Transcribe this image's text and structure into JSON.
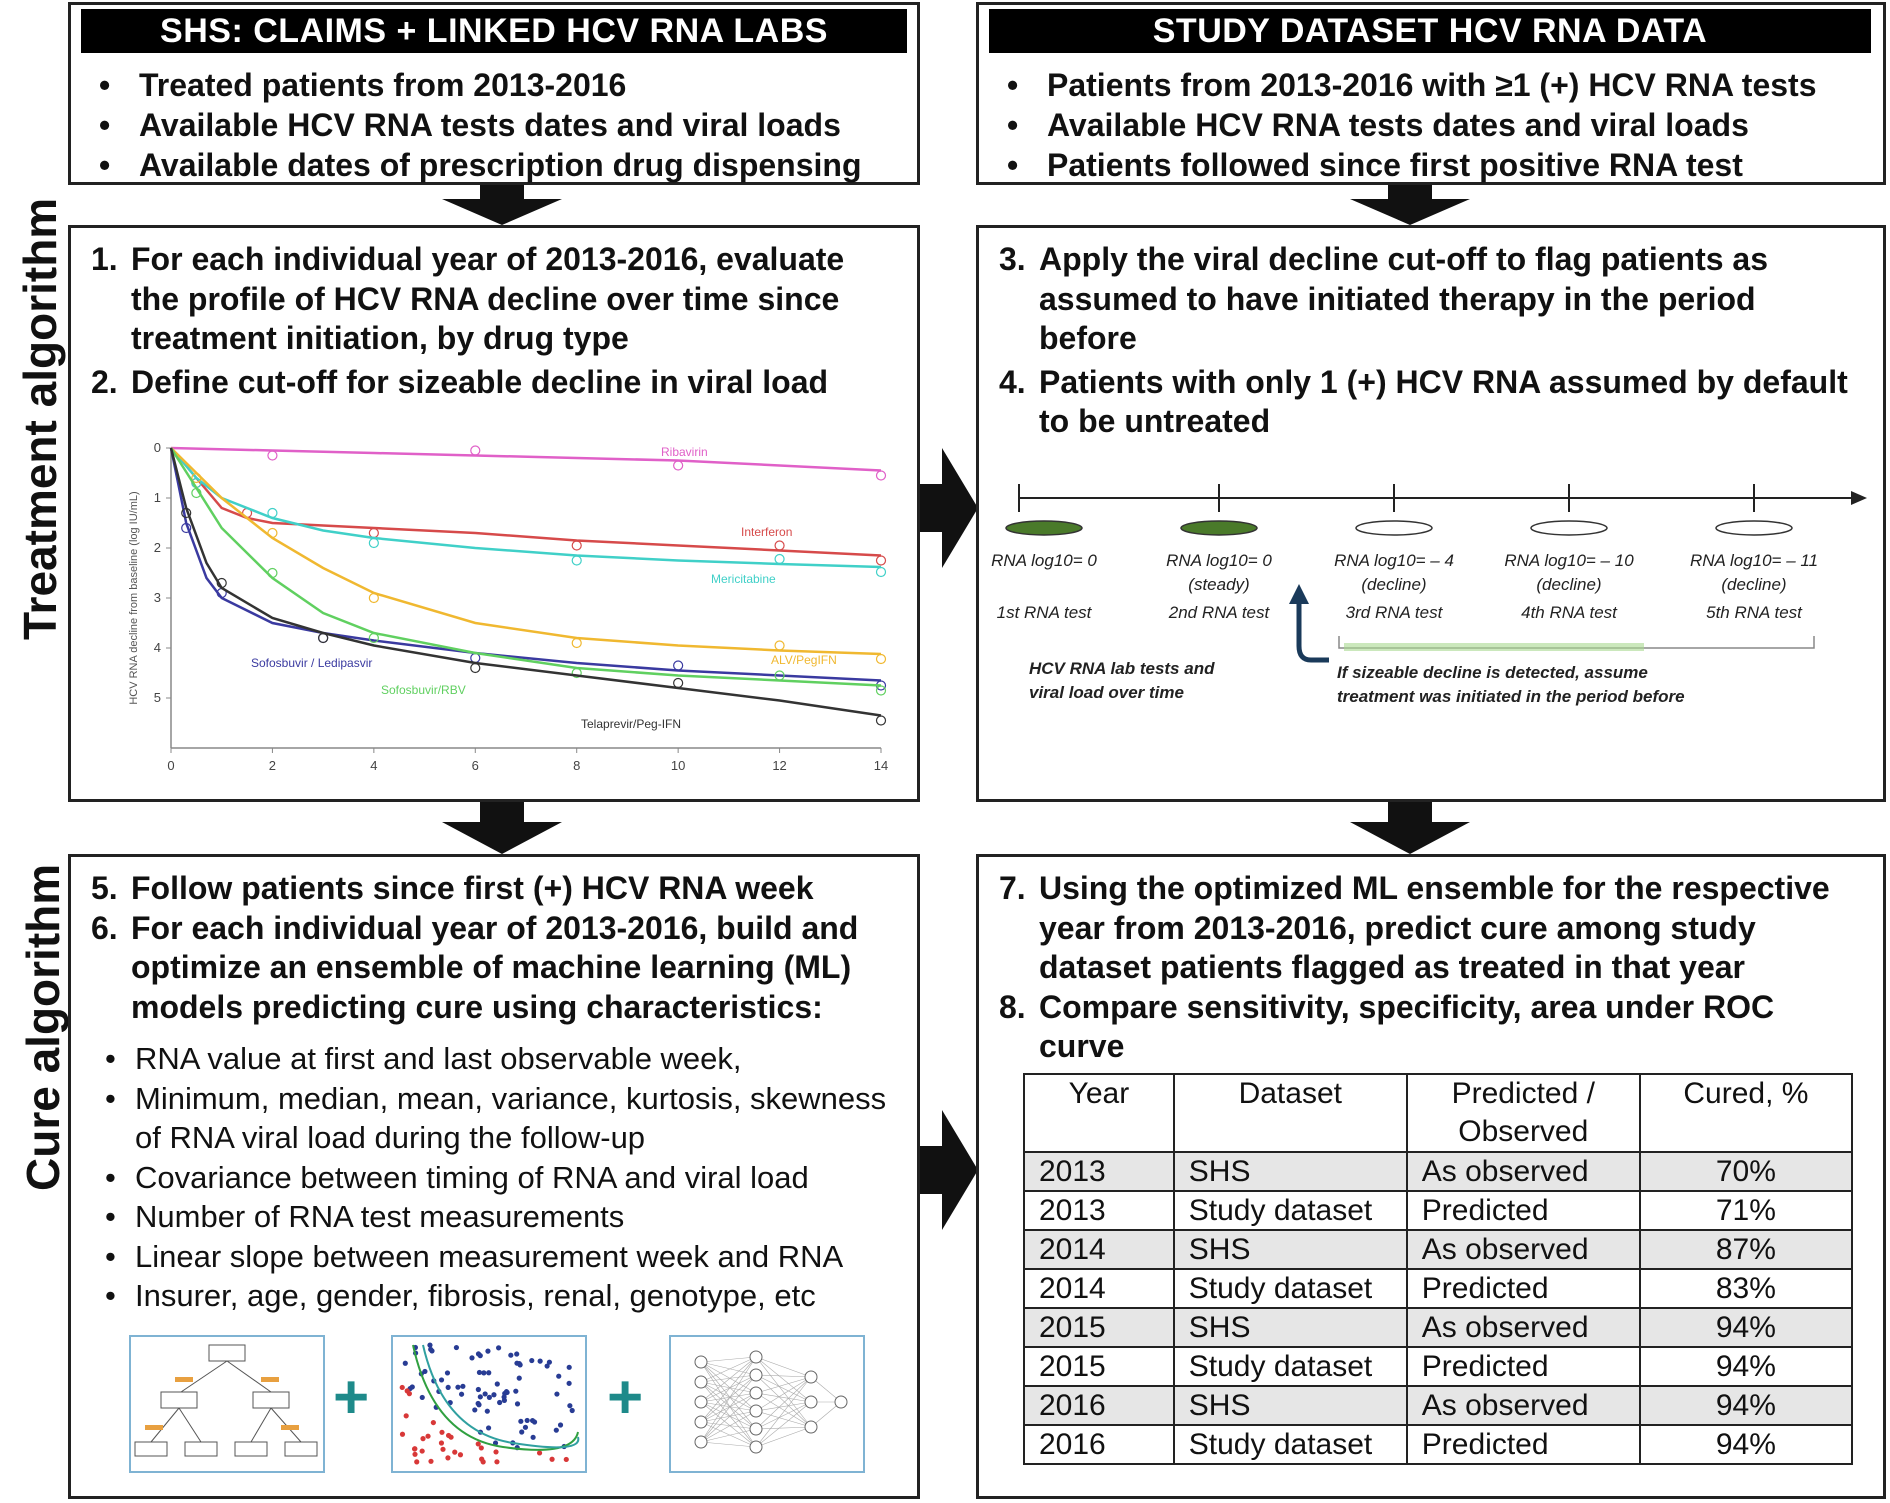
{
  "left_top": {
    "header": "SHS: CLAIMS + LINKED HCV RNA LABS",
    "bullets": [
      "Treated patients from 2013-2016",
      "Available HCV RNA tests dates and viral loads",
      "Available dates of prescription drug dispensing"
    ]
  },
  "right_top": {
    "header": "STUDY DATASET HCV RNA DATA",
    "bullets": [
      "Patients from 2013-2016 with ≥1 (+) HCV RNA tests",
      "Available HCV RNA tests dates and viral loads",
      "Patients followed since first positive RNA test"
    ]
  },
  "side_labels": {
    "treatment": "Treatment algorithm",
    "cure": "Cure algorithm"
  },
  "left_mid": {
    "steps": [
      {
        "num": "1.",
        "text": "For each individual year of 2013-2016, evaluate the profile of HCV RNA decline over time since treatment initiation, by drug type"
      },
      {
        "num": "2.",
        "text": "Define cut-off for sizeable decline in viral load"
      }
    ]
  },
  "chart_data": {
    "type": "line",
    "title": "",
    "xlabel": "",
    "ylabel": "HCV RNA decline from baseline (log IU/mL)",
    "xlim": [
      0,
      14
    ],
    "ylim": [
      -6,
      0
    ],
    "x_ticks": [
      "0",
      "2",
      "4",
      "6",
      "8",
      "10",
      "12",
      "14"
    ],
    "y_ticks": [
      "0",
      "1",
      "2",
      "3",
      "4",
      "5"
    ],
    "series": [
      {
        "name": "Ribavirin",
        "color": "#e060c8",
        "x": [
          0,
          2,
          4,
          6,
          8,
          10,
          12,
          14
        ],
        "y": [
          0,
          -0.05,
          -0.1,
          -0.15,
          -0.2,
          -0.25,
          -0.35,
          -0.45
        ]
      },
      {
        "name": "Interferon",
        "color": "#d64a4a",
        "x": [
          0,
          0.5,
          1,
          1.5,
          2,
          4,
          6,
          8,
          10,
          12,
          14
        ],
        "y": [
          0,
          -0.6,
          -1.2,
          -1.4,
          -1.5,
          -1.6,
          -1.7,
          -1.85,
          -1.95,
          -2.05,
          -2.15
        ]
      },
      {
        "name": "Mericitabine",
        "color": "#40d0c8",
        "x": [
          0,
          0.5,
          1,
          2,
          3,
          4,
          6,
          8,
          10,
          12,
          14
        ],
        "y": [
          0,
          -0.6,
          -1.0,
          -1.4,
          -1.65,
          -1.8,
          -2.0,
          -2.15,
          -2.25,
          -2.32,
          -2.38
        ]
      },
      {
        "name": "ALV/PegIFN",
        "color": "#f0b830",
        "x": [
          0,
          0.5,
          1,
          2,
          3,
          4,
          6,
          8,
          10,
          12,
          14
        ],
        "y": [
          0,
          -0.5,
          -1.0,
          -1.8,
          -2.4,
          -2.9,
          -3.5,
          -3.8,
          -3.95,
          -4.05,
          -4.12
        ]
      },
      {
        "name": "Sofosbuvir / Ledipasvir",
        "color": "#3a3aa0",
        "x": [
          0,
          0.3,
          0.7,
          1,
          2,
          3,
          4,
          6,
          8,
          10,
          12,
          14
        ],
        "y": [
          0,
          -1.5,
          -2.6,
          -3.0,
          -3.5,
          -3.7,
          -3.85,
          -4.1,
          -4.3,
          -4.45,
          -4.55,
          -4.65
        ]
      },
      {
        "name": "Sofosbuvir/RBV",
        "color": "#60d060",
        "x": [
          0,
          0.5,
          1,
          2,
          3,
          4,
          6,
          8,
          10,
          12,
          14
        ],
        "y": [
          0,
          -0.8,
          -1.6,
          -2.6,
          -3.3,
          -3.7,
          -4.1,
          -4.4,
          -4.55,
          -4.65,
          -4.75
        ]
      },
      {
        "name": "Telaprevir/Peg-IFN",
        "color": "#333333",
        "x": [
          0,
          0.3,
          0.7,
          1,
          2,
          3,
          4,
          6,
          8,
          10,
          12,
          14
        ],
        "y": [
          0,
          -1.2,
          -2.3,
          -2.8,
          -3.4,
          -3.7,
          -3.95,
          -4.3,
          -4.55,
          -4.8,
          -5.05,
          -5.35
        ]
      }
    ]
  },
  "right_mid": {
    "steps": [
      {
        "num": "3.",
        "text": "Apply the viral decline cut-off to flag patients as assumed to have initiated therapy in the period before"
      },
      {
        "num": "4.",
        "text": "Patients with only 1 (+) HCV RNA assumed by default to be untreated"
      }
    ],
    "timeline": {
      "tests": [
        {
          "value": "RNA log10= 0",
          "status": "",
          "label": "1st RNA test",
          "sup": "st",
          "filled": true
        },
        {
          "value": "RNA log10= 0",
          "status": "(steady)",
          "label": "2nd RNA test",
          "sup": "nd",
          "filled": true
        },
        {
          "value": "RNA log10= – 4",
          "status": "(decline)",
          "label": "3rd RNA test",
          "sup": "rd",
          "filled": false
        },
        {
          "value": "RNA log10= – 10",
          "status": "(decline)",
          "label": "4th RNA test",
          "sup": "th",
          "filled": false
        },
        {
          "value": "RNA log10= – 11",
          "status": "(decline)",
          "label": "5th RNA test",
          "sup": "th",
          "filled": false
        }
      ],
      "caption_left": "HCV RNA lab tests and viral load over time",
      "caption_right": "If sizeable decline is detected, assume treatment was initiated in the period before"
    }
  },
  "left_bottom": {
    "steps": [
      {
        "num": "5.",
        "text": "Follow patients since first (+) HCV RNA week"
      },
      {
        "num": "6.",
        "text": "For each individual year of 2013-2016, build and optimize an ensemble of machine learning (ML) models predicting cure using characteristics:"
      }
    ],
    "features": [
      "RNA value at first and last observable week,",
      "Minimum, median, mean, variance, kurtosis, skewness of RNA viral load during the follow-up",
      "Covariance between timing of RNA and viral load",
      "Number of RNA test measurements",
      "Linear slope between measurement week and RNA",
      "Insurer, age, gender, fibrosis, renal, genotype, etc"
    ],
    "plus": "+"
  },
  "right_bottom": {
    "steps": [
      {
        "num": "7.",
        "text": "Using the optimized ML ensemble for the respective year from 2013-2016, predict cure among study dataset patients flagged as treated in that year"
      },
      {
        "num": "8.",
        "text": "Compare sensitivity, specificity, area under ROC curve"
      }
    ],
    "table": {
      "headers": [
        "Year",
        "Dataset",
        "Predicted / Observed",
        "Cured, %"
      ],
      "rows": [
        [
          "2013",
          "SHS",
          "As observed",
          "70%"
        ],
        [
          "2013",
          "Study dataset",
          "Predicted",
          "71%"
        ],
        [
          "2014",
          "SHS",
          "As observed",
          "87%"
        ],
        [
          "2014",
          "Study dataset",
          "Predicted",
          "83%"
        ],
        [
          "2015",
          "SHS",
          "As observed",
          "94%"
        ],
        [
          "2015",
          "Study dataset",
          "Predicted",
          "94%"
        ],
        [
          "2016",
          "SHS",
          "As observed",
          "94%"
        ],
        [
          "2016",
          "Study dataset",
          "Predicted",
          "94%"
        ]
      ]
    }
  }
}
